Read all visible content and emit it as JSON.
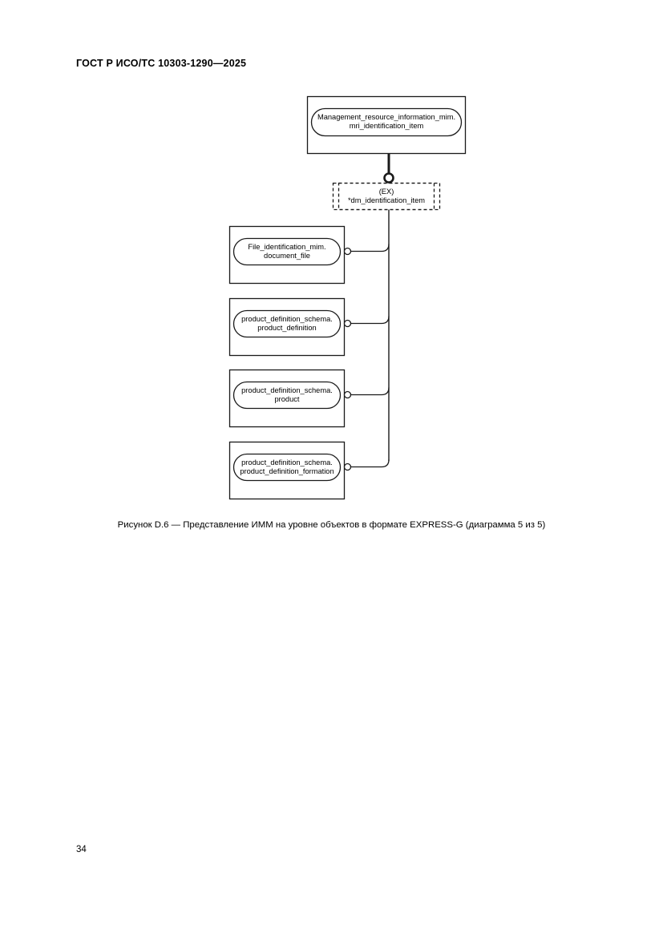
{
  "header": {
    "standard_title": "ГОСТ Р ИСО/ТС 10303-1290—2025"
  },
  "figure": {
    "caption": "Рисунок D.6 — Представление ИММ на уровне объектов в формате EXPRESS-G (диаграмма 5 из 5)",
    "root_entity": {
      "line1": "Management_resource_information_mim.",
      "line2": "mri_identification_item"
    },
    "select_node": {
      "line1": "(EX)",
      "line2": "*dm_identification_item"
    },
    "entities": [
      {
        "line1": "File_identification_mim.",
        "line2": "document_file"
      },
      {
        "line1": "product_definition_schema.",
        "line2": "product_definition"
      },
      {
        "line1": "product_definition_schema.",
        "line2": "product"
      },
      {
        "line1": "product_definition_schema.",
        "line2": "product_definition_formation"
      }
    ]
  },
  "footer": {
    "page_number": "34"
  },
  "colors": {
    "stroke": "#1a1a1a",
    "text": "#000000",
    "background": "#ffffff"
  }
}
